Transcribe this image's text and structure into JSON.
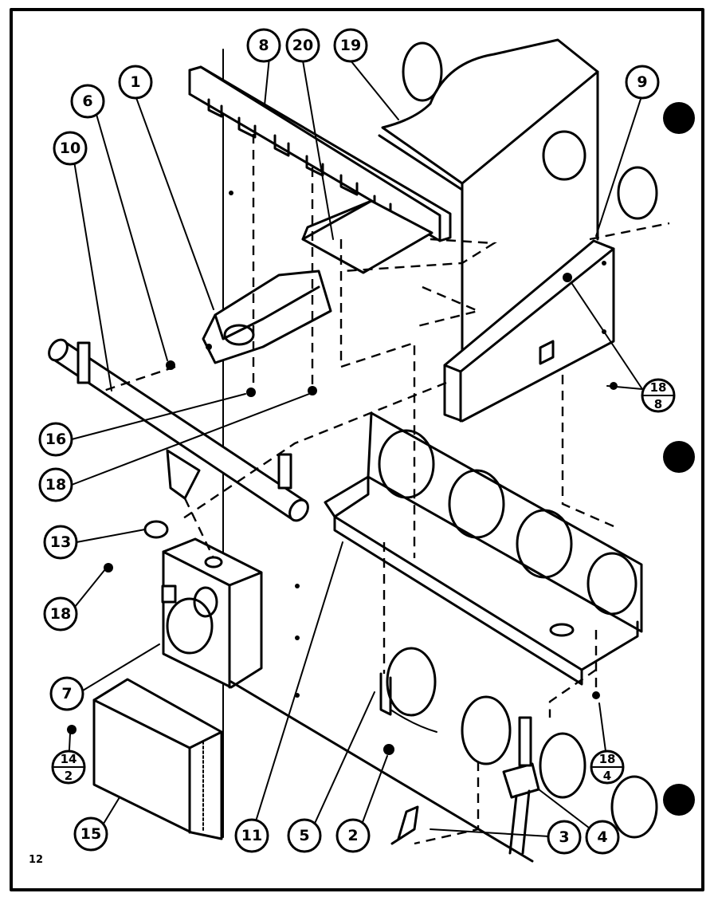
{
  "page_number": "12",
  "callouts": {
    "c1": "1",
    "c2": "2",
    "c3": "3",
    "c4": "4",
    "c5": "5",
    "c6": "6",
    "c7": "7",
    "c8": "8",
    "c9": "9",
    "c10": "10",
    "c11": "11",
    "c13": "13",
    "c15": "15",
    "c16": "16",
    "c18a": "18",
    "c18b": "18",
    "c19": "19",
    "c20": "20"
  },
  "fractions": {
    "f18_8": {
      "top": "18",
      "bottom": "8"
    },
    "f18_4": {
      "top": "18",
      "bottom": "4"
    },
    "f14_2": {
      "top": "14",
      "bottom": "2"
    }
  }
}
